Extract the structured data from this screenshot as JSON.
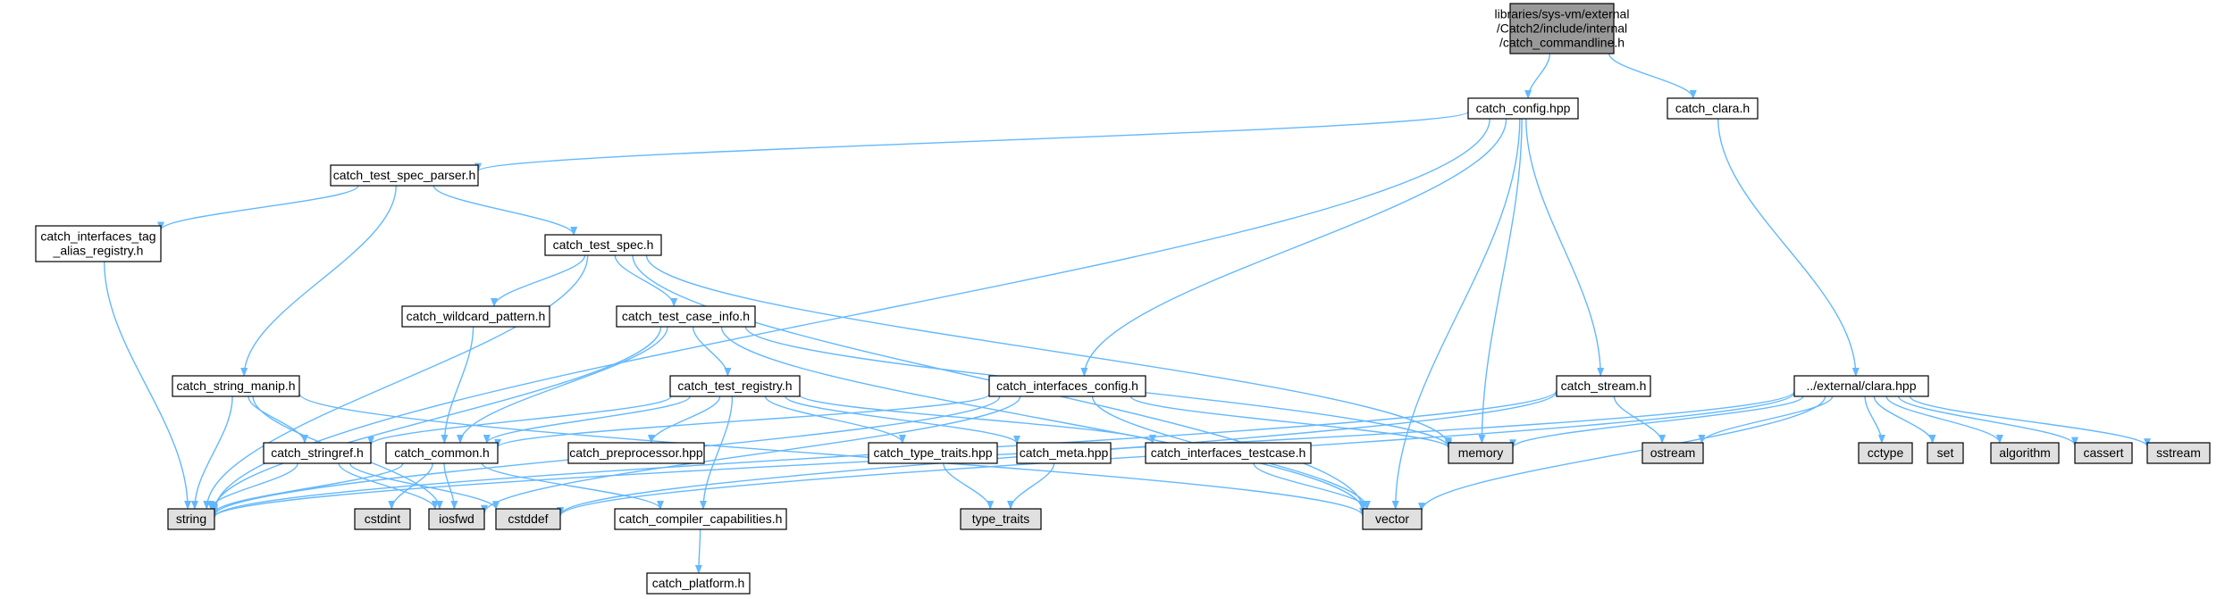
{
  "colors": {
    "edge": "#63b8ff",
    "node_fill": "#ffffff",
    "node_border": "#000000",
    "root_fill": "#999999",
    "system_fill": "#e0e0e0",
    "system_border": "#bfbfbf"
  },
  "nodes": [
    {
      "id": "root",
      "lines": [
        "libraries/sys-vm/external",
        "/Catch2/include/internal",
        "/catch_commandline.h"
      ],
      "kind": "root"
    },
    {
      "id": "config",
      "lines": [
        "catch_config.hpp"
      ],
      "kind": "file"
    },
    {
      "id": "clara_h",
      "lines": [
        "catch_clara.h"
      ],
      "kind": "file"
    },
    {
      "id": "test_spec_parser",
      "lines": [
        "catch_test_spec_parser.h"
      ],
      "kind": "file"
    },
    {
      "id": "interfaces_tag",
      "lines": [
        "catch_interfaces_tag",
        "_alias_registry.h"
      ],
      "kind": "file"
    },
    {
      "id": "test_spec",
      "lines": [
        "catch_test_spec.h"
      ],
      "kind": "file"
    },
    {
      "id": "wildcard",
      "lines": [
        "catch_wildcard_pattern.h"
      ],
      "kind": "file"
    },
    {
      "id": "test_case_info",
      "lines": [
        "catch_test_case_info.h"
      ],
      "kind": "file"
    },
    {
      "id": "string_manip",
      "lines": [
        "catch_string_manip.h"
      ],
      "kind": "file"
    },
    {
      "id": "test_registry",
      "lines": [
        "catch_test_registry.h"
      ],
      "kind": "file"
    },
    {
      "id": "interfaces_config",
      "lines": [
        "catch_interfaces_config.h"
      ],
      "kind": "file"
    },
    {
      "id": "stream",
      "lines": [
        "catch_stream.h"
      ],
      "kind": "file"
    },
    {
      "id": "ext_clara",
      "lines": [
        "../external/clara.hpp"
      ],
      "kind": "file"
    },
    {
      "id": "stringref",
      "lines": [
        "catch_stringref.h"
      ],
      "kind": "file"
    },
    {
      "id": "common",
      "lines": [
        "catch_common.h"
      ],
      "kind": "file"
    },
    {
      "id": "preprocessor",
      "lines": [
        "catch_preprocessor.hpp"
      ],
      "kind": "file"
    },
    {
      "id": "type_traits_hpp",
      "lines": [
        "catch_type_traits.hpp"
      ],
      "kind": "file"
    },
    {
      "id": "meta",
      "lines": [
        "catch_meta.hpp"
      ],
      "kind": "file"
    },
    {
      "id": "interfaces_testcase",
      "lines": [
        "catch_interfaces_testcase.h"
      ],
      "kind": "file"
    },
    {
      "id": "compiler_caps",
      "lines": [
        "catch_compiler_capabilities.h"
      ],
      "kind": "file"
    },
    {
      "id": "platform",
      "lines": [
        "catch_platform.h"
      ],
      "kind": "file"
    },
    {
      "id": "memory",
      "lines": [
        "memory"
      ],
      "kind": "system"
    },
    {
      "id": "ostream",
      "lines": [
        "ostream"
      ],
      "kind": "system"
    },
    {
      "id": "cctype",
      "lines": [
        "cctype"
      ],
      "kind": "system"
    },
    {
      "id": "set",
      "lines": [
        "set"
      ],
      "kind": "system"
    },
    {
      "id": "algorithm",
      "lines": [
        "algorithm"
      ],
      "kind": "system"
    },
    {
      "id": "cassert",
      "lines": [
        "cassert"
      ],
      "kind": "system"
    },
    {
      "id": "sstream",
      "lines": [
        "sstream"
      ],
      "kind": "system"
    },
    {
      "id": "string",
      "lines": [
        "string"
      ],
      "kind": "system"
    },
    {
      "id": "cstdint",
      "lines": [
        "cstdint"
      ],
      "kind": "system"
    },
    {
      "id": "iosfwd",
      "lines": [
        "iosfwd"
      ],
      "kind": "system"
    },
    {
      "id": "cstddef",
      "lines": [
        "cstddef"
      ],
      "kind": "system"
    },
    {
      "id": "type_traits",
      "lines": [
        "type_traits"
      ],
      "kind": "system"
    },
    {
      "id": "vector",
      "lines": [
        "vector"
      ],
      "kind": "system"
    }
  ],
  "edges": [
    [
      "root",
      "config"
    ],
    [
      "root",
      "clara_h"
    ],
    [
      "config",
      "string"
    ],
    [
      "config",
      "test_spec_parser"
    ],
    [
      "config",
      "interfaces_config"
    ],
    [
      "config",
      "memory"
    ],
    [
      "config",
      "stream"
    ],
    [
      "config",
      "vector"
    ],
    [
      "clara_h",
      "ext_clara"
    ],
    [
      "test_spec_parser",
      "interfaces_tag"
    ],
    [
      "test_spec_parser",
      "test_spec"
    ],
    [
      "test_spec_parser",
      "string_manip"
    ],
    [
      "interfaces_tag",
      "string"
    ],
    [
      "test_spec",
      "string"
    ],
    [
      "test_spec",
      "wildcard"
    ],
    [
      "test_spec",
      "test_case_info"
    ],
    [
      "test_spec",
      "memory"
    ],
    [
      "test_spec",
      "vector"
    ],
    [
      "wildcard",
      "common"
    ],
    [
      "test_case_info",
      "string"
    ],
    [
      "test_case_info",
      "common"
    ],
    [
      "test_case_info",
      "test_registry"
    ],
    [
      "test_case_info",
      "memory"
    ],
    [
      "test_case_info",
      "vector"
    ],
    [
      "string_manip",
      "string"
    ],
    [
      "string_manip",
      "stringref"
    ],
    [
      "string_manip",
      "iosfwd"
    ],
    [
      "string_manip",
      "vector"
    ],
    [
      "test_registry",
      "stringref"
    ],
    [
      "test_registry",
      "common"
    ],
    [
      "test_registry",
      "preprocessor"
    ],
    [
      "test_registry",
      "type_traits_hpp"
    ],
    [
      "test_registry",
      "meta"
    ],
    [
      "test_registry",
      "interfaces_testcase"
    ],
    [
      "test_registry",
      "compiler_caps"
    ],
    [
      "interfaces_config",
      "common"
    ],
    [
      "interfaces_config",
      "string"
    ],
    [
      "interfaces_config",
      "iosfwd"
    ],
    [
      "interfaces_config",
      "memory"
    ],
    [
      "interfaces_config",
      "vector"
    ],
    [
      "stream",
      "string"
    ],
    [
      "stream",
      "ostream"
    ],
    [
      "stream",
      "cstddef"
    ],
    [
      "ext_clara",
      "memory"
    ],
    [
      "ext_clara",
      "ostream"
    ],
    [
      "ext_clara",
      "cctype"
    ],
    [
      "ext_clara",
      "set"
    ],
    [
      "ext_clara",
      "algorithm"
    ],
    [
      "ext_clara",
      "cassert"
    ],
    [
      "ext_clara",
      "sstream"
    ],
    [
      "ext_clara",
      "string"
    ],
    [
      "ext_clara",
      "cstddef"
    ],
    [
      "ext_clara",
      "vector"
    ],
    [
      "stringref",
      "string"
    ],
    [
      "stringref",
      "iosfwd"
    ],
    [
      "stringref",
      "cstddef"
    ],
    [
      "common",
      "string"
    ],
    [
      "common",
      "cstdint"
    ],
    [
      "common",
      "iosfwd"
    ],
    [
      "common",
      "compiler_caps"
    ],
    [
      "type_traits_hpp",
      "type_traits"
    ],
    [
      "meta",
      "type_traits"
    ],
    [
      "interfaces_testcase",
      "vector"
    ],
    [
      "compiler_caps",
      "platform"
    ]
  ]
}
